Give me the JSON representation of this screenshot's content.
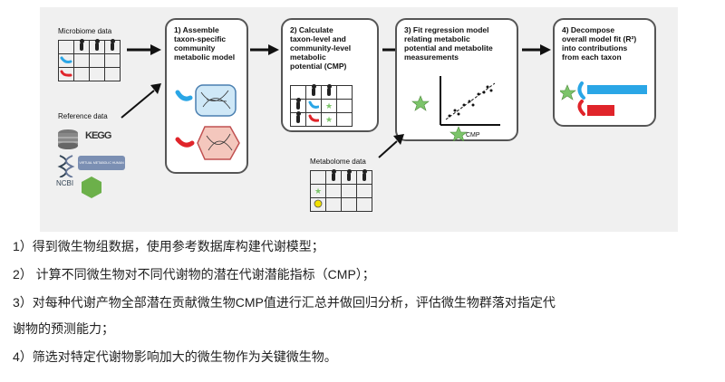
{
  "microbiome_label": "Microbiome data",
  "reference_label": "Reference data",
  "metabolome_label": "Metabolome data",
  "cmp_axis_label": "CMP",
  "reference_logos": {
    "kegg": "KEGG",
    "ncbi": "NCBI",
    "virtual_metabolic_human": "VIRTUAL METABOLIC HUMAN"
  },
  "steps": [
    {
      "title": "1) Assemble\ntaxon-specific\ncommunity\nmetabolic model"
    },
    {
      "title": "2) Calculate\ntaxon-level and\ncommunity-level\nmetabolic\npotential (CMP)"
    },
    {
      "title": "3) Fit regression model\nrelating metabolic\npotential and metabolite\nmeasurements"
    },
    {
      "title": "4) Decompose\noverall model fit (R²)\ninto contributions\nfrom each taxon"
    }
  ],
  "colors": {
    "blue_taxon": "#2aa6e6",
    "red_taxon": "#e0242a",
    "star": "#7cc46a",
    "circle": "#f2e000",
    "box_border": "#555555"
  },
  "notes": [
    "1）得到微生物组数据，使用参考数据库构建代谢模型；",
    "2） 计算不同微生物对不同代谢物的潜在代谢潜能指标（CMP）；",
    "3）对每种代谢产物全部潜在贡献微生物CMP值进行汇总并做回归分析，评估微生物群落对指定代",
    "谢物的预测能力；",
    "4）筛选对特定代谢物影响加大的微生物作为关键微生物。"
  ]
}
